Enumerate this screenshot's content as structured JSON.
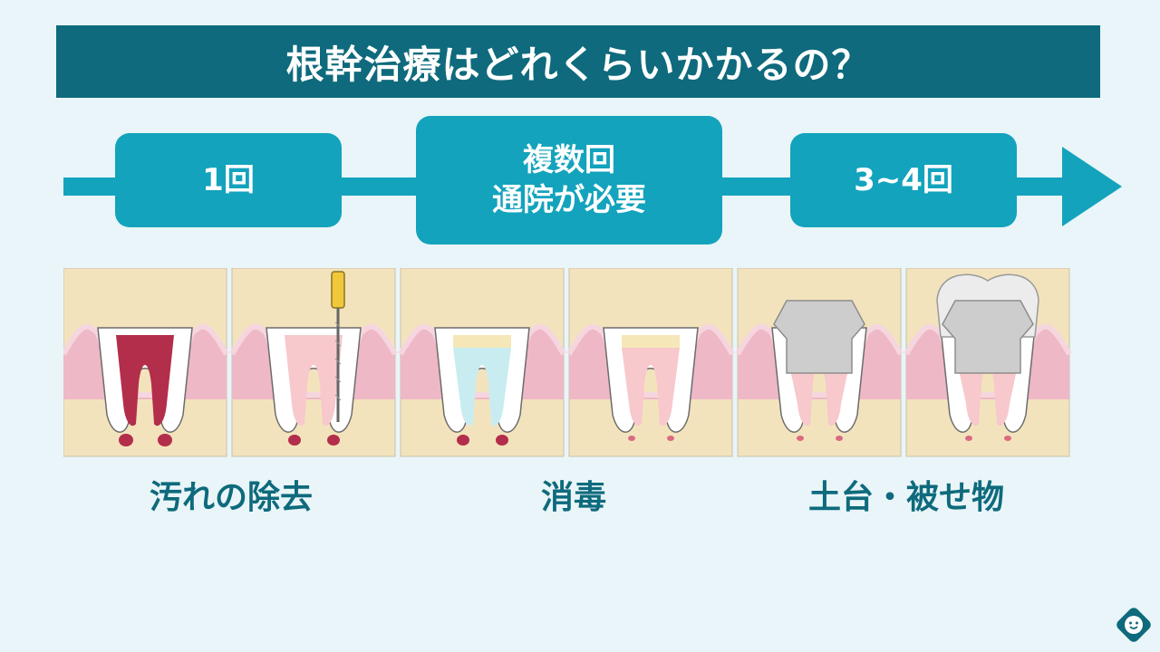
{
  "title": "根幹治療はどれくらいかかるの？",
  "timeline": {
    "steps": [
      {
        "label": "1回"
      },
      {
        "label": "複数回\n通院が必要"
      },
      {
        "label": "3~4回"
      }
    ]
  },
  "captions": [
    "汚れの除去",
    "消毒",
    "土台・被せ物"
  ],
  "colors": {
    "title_bg": "#0e6a7c",
    "step_bg": "#13a3bd",
    "background": "#e9f5f8",
    "bone": "#f3e3bd",
    "gum": "#eeb8c6",
    "infected_pulp": "#b32e4a",
    "cleaned_canal": "#f7c8cc",
    "disinfected_canal": "#c9ecf1",
    "crown": "#cdcdcd"
  },
  "icons": [
    "arrow-right-icon",
    "file-instrument-icon",
    "smiley-logo-icon"
  ]
}
